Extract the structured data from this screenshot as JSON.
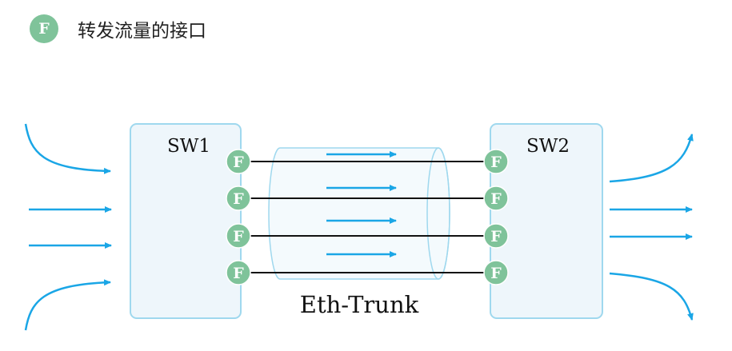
{
  "legend": {
    "icon_letter": "F",
    "text": "转发流量的接口"
  },
  "switches": {
    "sw1": {
      "label": "SW1"
    },
    "sw2": {
      "label": "SW2"
    }
  },
  "port_letter": "F",
  "trunk": {
    "label": "Eth-Trunk"
  },
  "colors": {
    "arrow": "#1aa6e6",
    "port": "#7fc39a",
    "switch_fill": "#eef6fb",
    "switch_stroke": "#9fd8ee",
    "trunk_stroke": "#9fd8ee",
    "link": "#111111"
  }
}
